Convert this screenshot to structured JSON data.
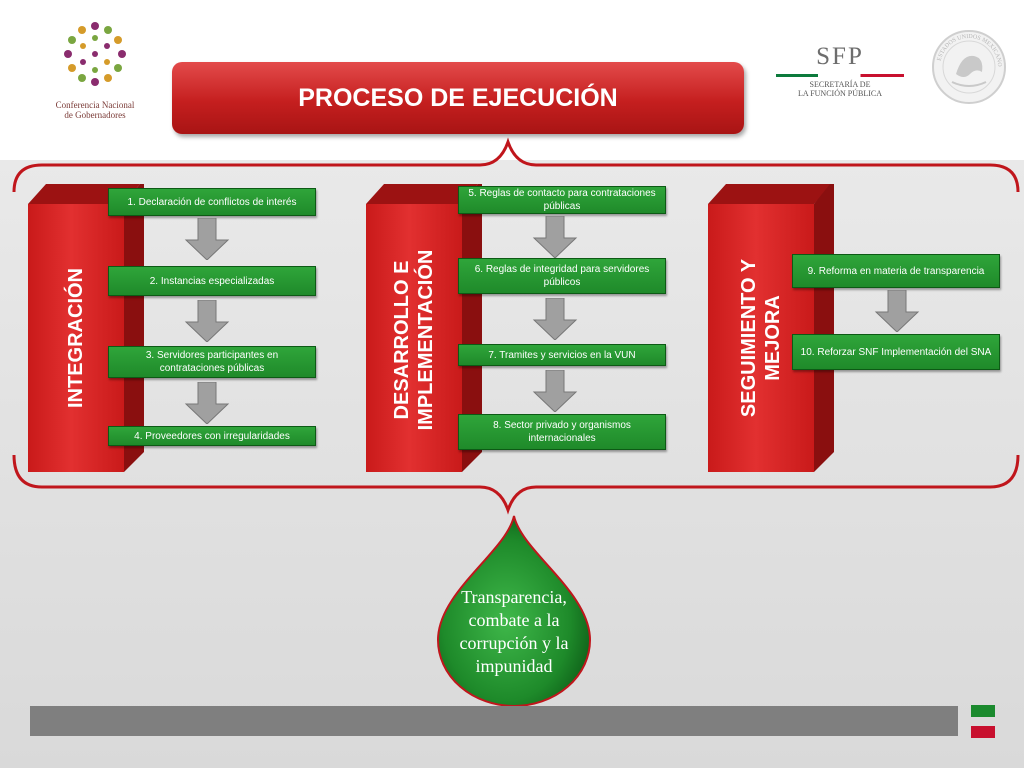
{
  "logos": {
    "cng_line1": "Conferencia Nacional",
    "cng_line2": "de Gobernadores",
    "sfp_name": "SFP",
    "sfp_sub_line1": "SECRETARÍA DE",
    "sfp_sub_line2": "LA FUNCIÓN PÚBLICA",
    "escudo_text": "ESTADOS UNIDOS MEXICANOS"
  },
  "title": "PROCESO DE EJECUCIÓN",
  "columns": [
    {
      "label": "INTEGRACIÓN",
      "items": [
        "1. Declaración de conflictos de interés",
        "2. Instancias especializadas",
        "3. Servidores participantes en contrataciones públicas",
        "4. Proveedores con irregularidades"
      ]
    },
    {
      "label_line1": "DESARROLLO E",
      "label_line2": "IMPLEMENTACIÓN",
      "items": [
        "5. Reglas de contacto para contrataciones públicas",
        "6. Reglas de integridad para servidores públicos",
        "7. Tramites y servicios en la VUN",
        "8. Sector privado y organismos internacionales"
      ]
    },
    {
      "label_line1": "SEGUIMIENTO Y",
      "label_line2": "MEJORA",
      "items": [
        "9. Reforma en materia de transparencia",
        "10. Reforzar SNF Implementación del SNA"
      ]
    }
  ],
  "outcome": "Transparencia, combate a la corrupción y la impunidad",
  "colors": {
    "red": "#c91a1a",
    "green": "#1f8a2a",
    "footer_gray": "#7f7f7f"
  }
}
